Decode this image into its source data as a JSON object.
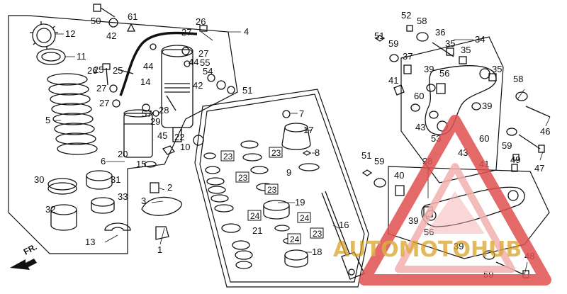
{
  "diagram": {
    "callouts": [
      "1",
      "2",
      "3",
      "4",
      "5",
      "6",
      "7",
      "8",
      "9",
      "10",
      "11",
      "12",
      "13",
      "14",
      "15",
      "16",
      "17",
      "18",
      "19",
      "20",
      "21",
      "22",
      "23",
      "24",
      "25",
      "26",
      "27",
      "28",
      "29",
      "30",
      "31",
      "32",
      "33",
      "34",
      "35",
      "36",
      "37",
      "38",
      "39",
      "40",
      "41",
      "42",
      "43",
      "44",
      "45",
      "46",
      "47",
      "48",
      "49",
      "50",
      "51",
      "52",
      "53",
      "54",
      "55",
      "56",
      "57",
      "58",
      "59",
      "60",
      "61"
    ],
    "boxed_callouts": [
      "23",
      "23",
      "23",
      "23",
      "23",
      "24",
      "24",
      "24"
    ],
    "fr_label": "FR."
  },
  "watermark": {
    "text": "AUTOMOTOHUB",
    "color_outline": "#e05050",
    "color_fill": "#f3b0b0",
    "color_text": "#d8a020"
  },
  "colors": {
    "ink": "#111111",
    "paper": "#ffffff"
  }
}
